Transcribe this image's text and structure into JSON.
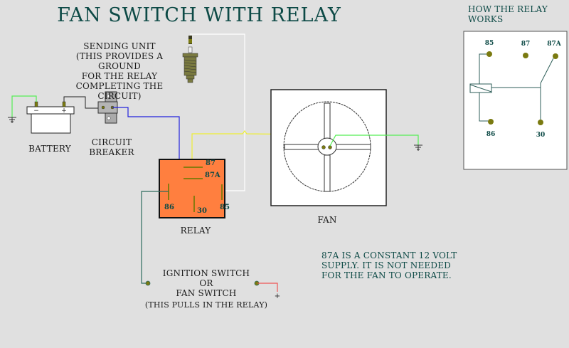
{
  "title": "FAN SWITCH WITH RELAY",
  "labels": {
    "sending_unit": "SENDING UNIT",
    "sending_unit_note_1": "(THIS PROVIDES A GROUND",
    "sending_unit_note_2": "FOR THE RELAY",
    "sending_unit_note_3": "COMPLETING THE CIRCUIT)",
    "battery": "BATTERY",
    "circuit_breaker_1": "CIRCUIT",
    "circuit_breaker_2": "BREAKER",
    "relay": "RELAY",
    "fan": "FAN",
    "ignition_switch": "IGNITION SWITCH",
    "or": "OR",
    "fan_switch": "FAN SWITCH",
    "switch_note": "(THIS PULLS IN THE RELAY)",
    "battery_neg": "−",
    "battery_pos": "+",
    "switch_pos": "+"
  },
  "relay_terminals": [
    "87",
    "87A",
    "86",
    "30",
    "85"
  ],
  "how_relay_works": {
    "title_line1": "HOW THE RELAY",
    "title_line2": "WORKS",
    "terminals": [
      "85",
      "87",
      "87A",
      "86",
      "30"
    ]
  },
  "note": {
    "line1": "87A IS A CONSTANT 12 VOLT",
    "line2": "SUPPLY.  IT IS NOT NEEDED",
    "line3": "FOR THE FAN TO OPERATE."
  },
  "colors": {
    "background": "#e0e0e0",
    "title": "#0d4a46",
    "relay_body": "#ff7f3f",
    "wire_ground": "#55ee55",
    "wire_power": "#2222dd",
    "wire_fan": "#eeee33",
    "wire_sender": "#ffffff",
    "wire_switch": "#2e6b5e",
    "wire_positive": "#ee5555",
    "terminal": "#7a7a10"
  }
}
